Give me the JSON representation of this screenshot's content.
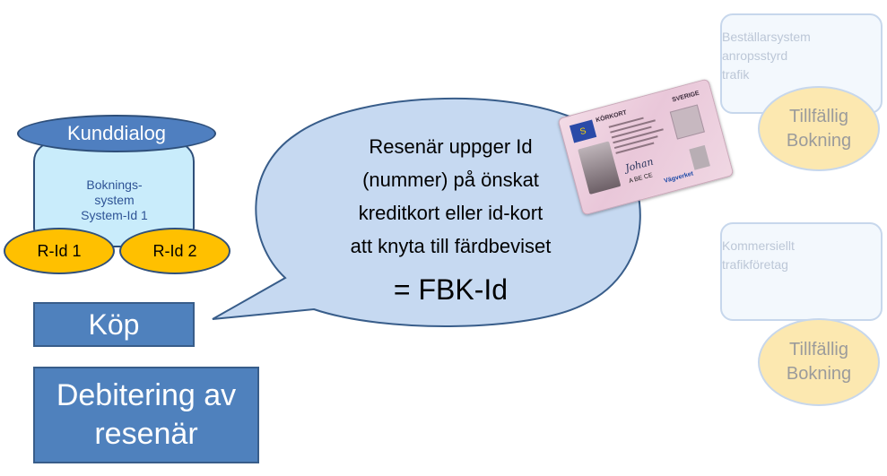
{
  "kunddialog": "Kunddialog",
  "booking_system": {
    "line1": "Boknings-",
    "line2": "system",
    "line3": "System-Id 1"
  },
  "rid1": "R-Id 1",
  "rid2": "R-Id 2",
  "kop": "Köp",
  "debitering": {
    "line1": "Debitering av",
    "line2": "resenär"
  },
  "bubble": {
    "line1": "Resenär uppger Id",
    "line2": "(nummer) på önskat",
    "line3": "kreditkort eller id-kort",
    "line4": "att knyta till färdbeviset",
    "fbk": "= FBK-Id"
  },
  "id_card": {
    "korkort": "KÖRKORT",
    "sverige": "SVERIGE",
    "abce": "A BE CE",
    "vagverket": "Vägverket",
    "eu": "S"
  },
  "bestallar": {
    "line1": "Beställarsystem",
    "line2": "anropsstyrd",
    "line3": "trafik"
  },
  "kommersiellt": {
    "line1": "Kommersiellt",
    "line2": "trafikföretag"
  },
  "tillfallig1": {
    "line1": "Tillfällig",
    "line2": "Bokning"
  },
  "tillfallig2": {
    "line1": "Tillfällig",
    "line2": "Bokning"
  },
  "colors": {
    "ellipse_blue": "#4f7fc0",
    "box_blue": "#4f81bd",
    "light_cyan": "#c9ecfb",
    "gold": "#ffc000",
    "bubble": "#c6d9f1",
    "faded_gold": "#fce8b0"
  }
}
